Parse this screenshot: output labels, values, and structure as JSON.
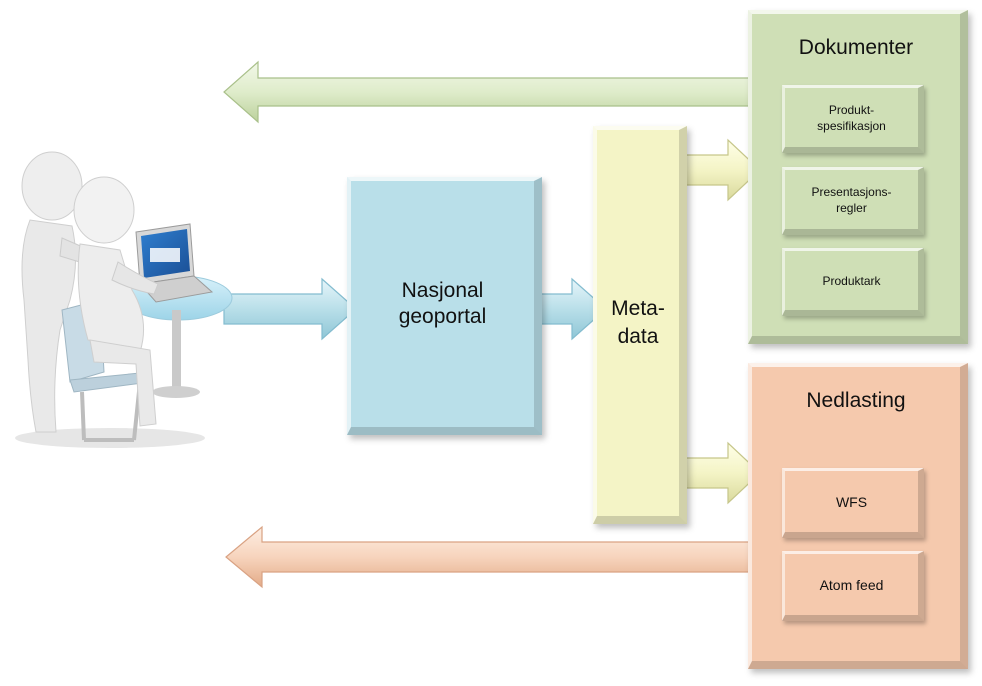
{
  "nodes": {
    "portal": "Nasjonal\ngeoportal",
    "metadata": "Meta-\ndata",
    "dokumenter": {
      "title": "Dokumenter",
      "items": [
        "Produkt-\nspesifikasjon",
        "Presentasjons-\nregler",
        "Produktark"
      ]
    },
    "nedlasting": {
      "title": "Nedlasting",
      "items": [
        "WFS",
        "Atom feed"
      ]
    }
  },
  "colors": {
    "portal": "#b9dfe9",
    "metadata": "#f4f4c6",
    "dokumenter": "#cfdfb6",
    "nedlasting": "#f5c9ad",
    "arrow_blue": "#b9dfe9",
    "arrow_yellow": "#f4f4c6",
    "arrow_green": "#dfeccb",
    "arrow_orange": "#f7d4bd"
  },
  "illustration": {
    "icon": "users-at-computer-icon"
  }
}
